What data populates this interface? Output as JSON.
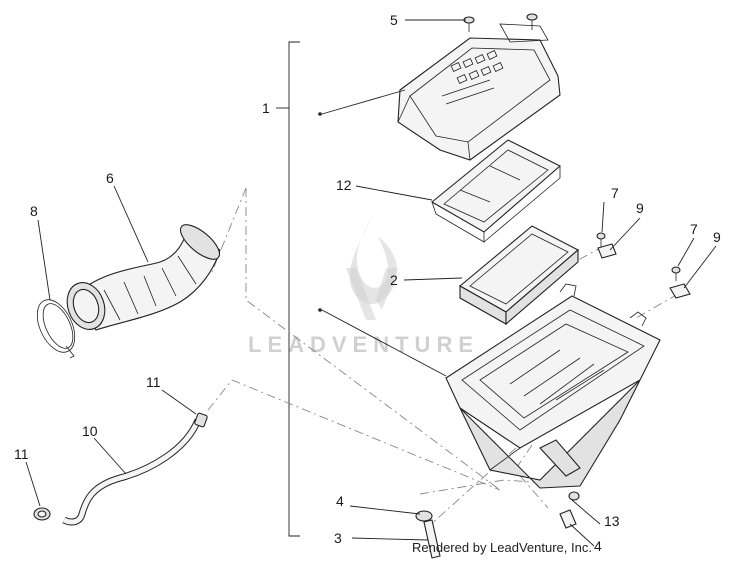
{
  "diagram": {
    "callouts": {
      "c1": "1",
      "c2": "2",
      "c3": "3",
      "c4a": "4",
      "c4b": "4",
      "c5": "5",
      "c6": "6",
      "c7a": "7",
      "c7b": "7",
      "c8": "8",
      "c9a": "9",
      "c9b": "9",
      "c10": "10",
      "c11a": "11",
      "c11b": "11",
      "c12": "12",
      "c13": "13"
    },
    "watermark": "LEADVENTURE",
    "credit": "Rendered by LeadVenture, Inc."
  }
}
